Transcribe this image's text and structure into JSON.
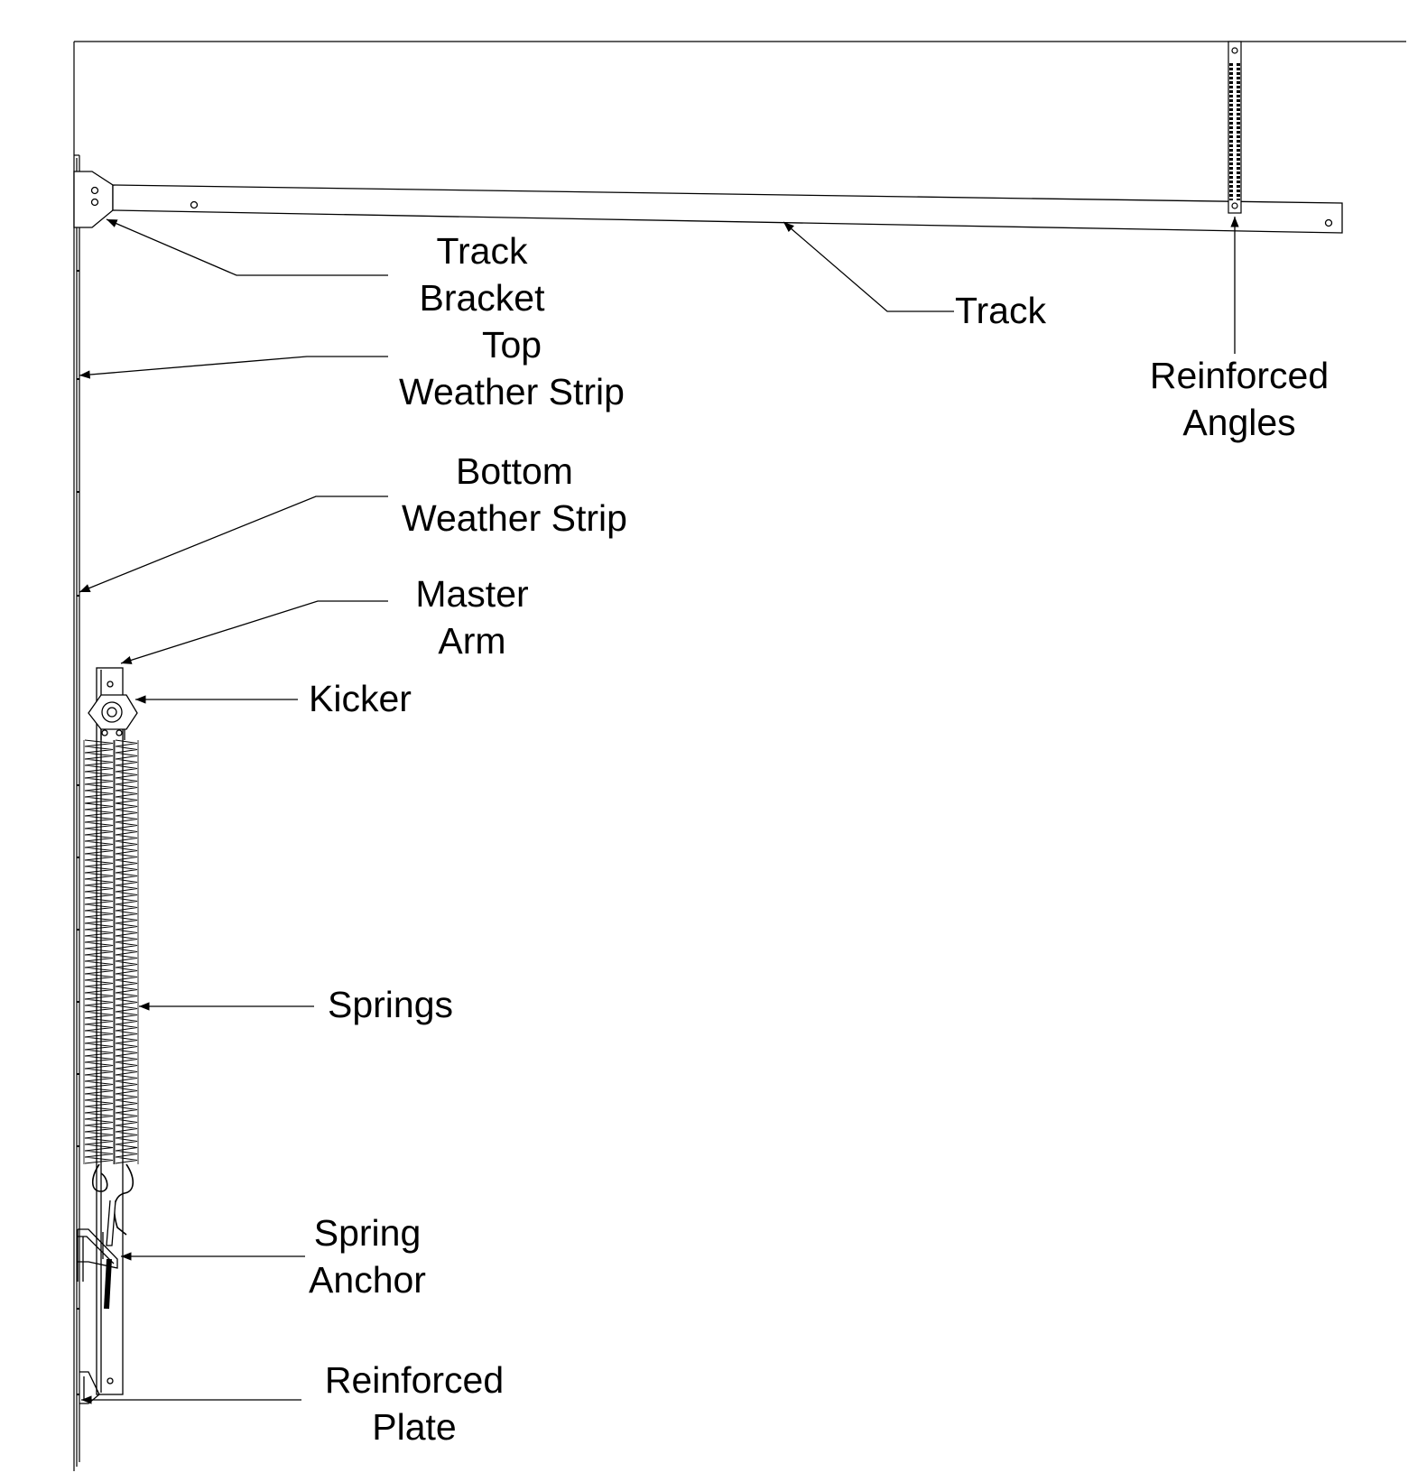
{
  "diagram": {
    "colors": {
      "ink": "#000000",
      "paper": "#ffffff"
    },
    "labels": {
      "track_bracket": [
        "Track",
        "Bracket"
      ],
      "track": "Track",
      "reinforced_angles": [
        "Reinforced",
        "Angles"
      ],
      "top_weather_strip": [
        "Top",
        "Weather Strip"
      ],
      "bottom_weather_strip": [
        "Bottom",
        "Weather Strip"
      ],
      "master_arm": [
        "Master",
        "Arm"
      ],
      "kicker": "Kicker",
      "springs": "Springs",
      "spring_anchor": [
        "Spring",
        "Anchor"
      ],
      "reinforced_plate": [
        "Reinforced",
        "Plate"
      ]
    }
  }
}
